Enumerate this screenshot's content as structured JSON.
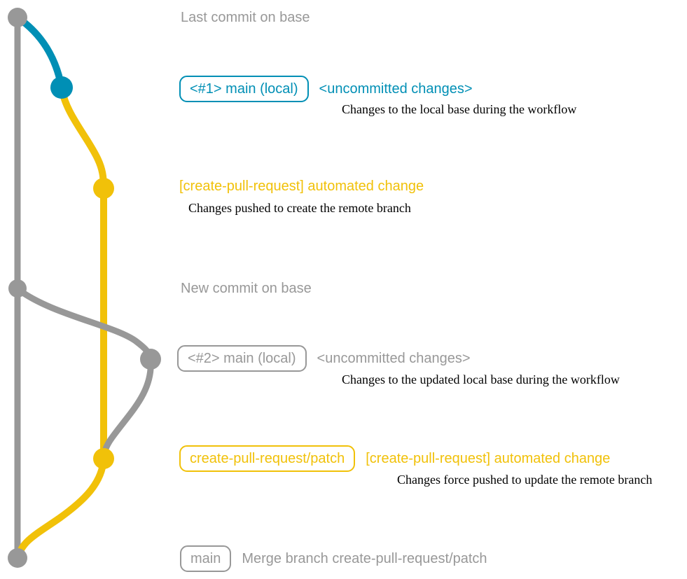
{
  "colors": {
    "base_gray": "#989898",
    "local_blue": "#008fb5",
    "patch_yellow": "#f1c109",
    "text_black": "#000000"
  },
  "graph": {
    "branches": [
      {
        "name": "base",
        "color": "#989898"
      },
      {
        "name": "local-main",
        "color": "#008fb5"
      },
      {
        "name": "create-pull-request-patch",
        "color": "#f1c109"
      }
    ]
  },
  "labels": {
    "last_commit": "Last commit on base",
    "new_commit": "New commit on base"
  },
  "rows": {
    "r1": {
      "badge": "<#1> main (local)",
      "message": "<uncommitted changes>",
      "description": "Changes to the local base during the workflow"
    },
    "r2": {
      "message": "[create-pull-request] automated change",
      "description": "Changes pushed to create the remote branch"
    },
    "r3": {
      "badge": "<#2> main (local)",
      "message": "<uncommitted changes>",
      "description": "Changes to the updated local base during the workflow"
    },
    "r4": {
      "badge": "create-pull-request/patch",
      "message": "[create-pull-request] automated change",
      "description": "Changes force pushed to update the remote branch"
    },
    "r5": {
      "badge": "main",
      "message": "Merge branch create-pull-request/patch"
    }
  }
}
